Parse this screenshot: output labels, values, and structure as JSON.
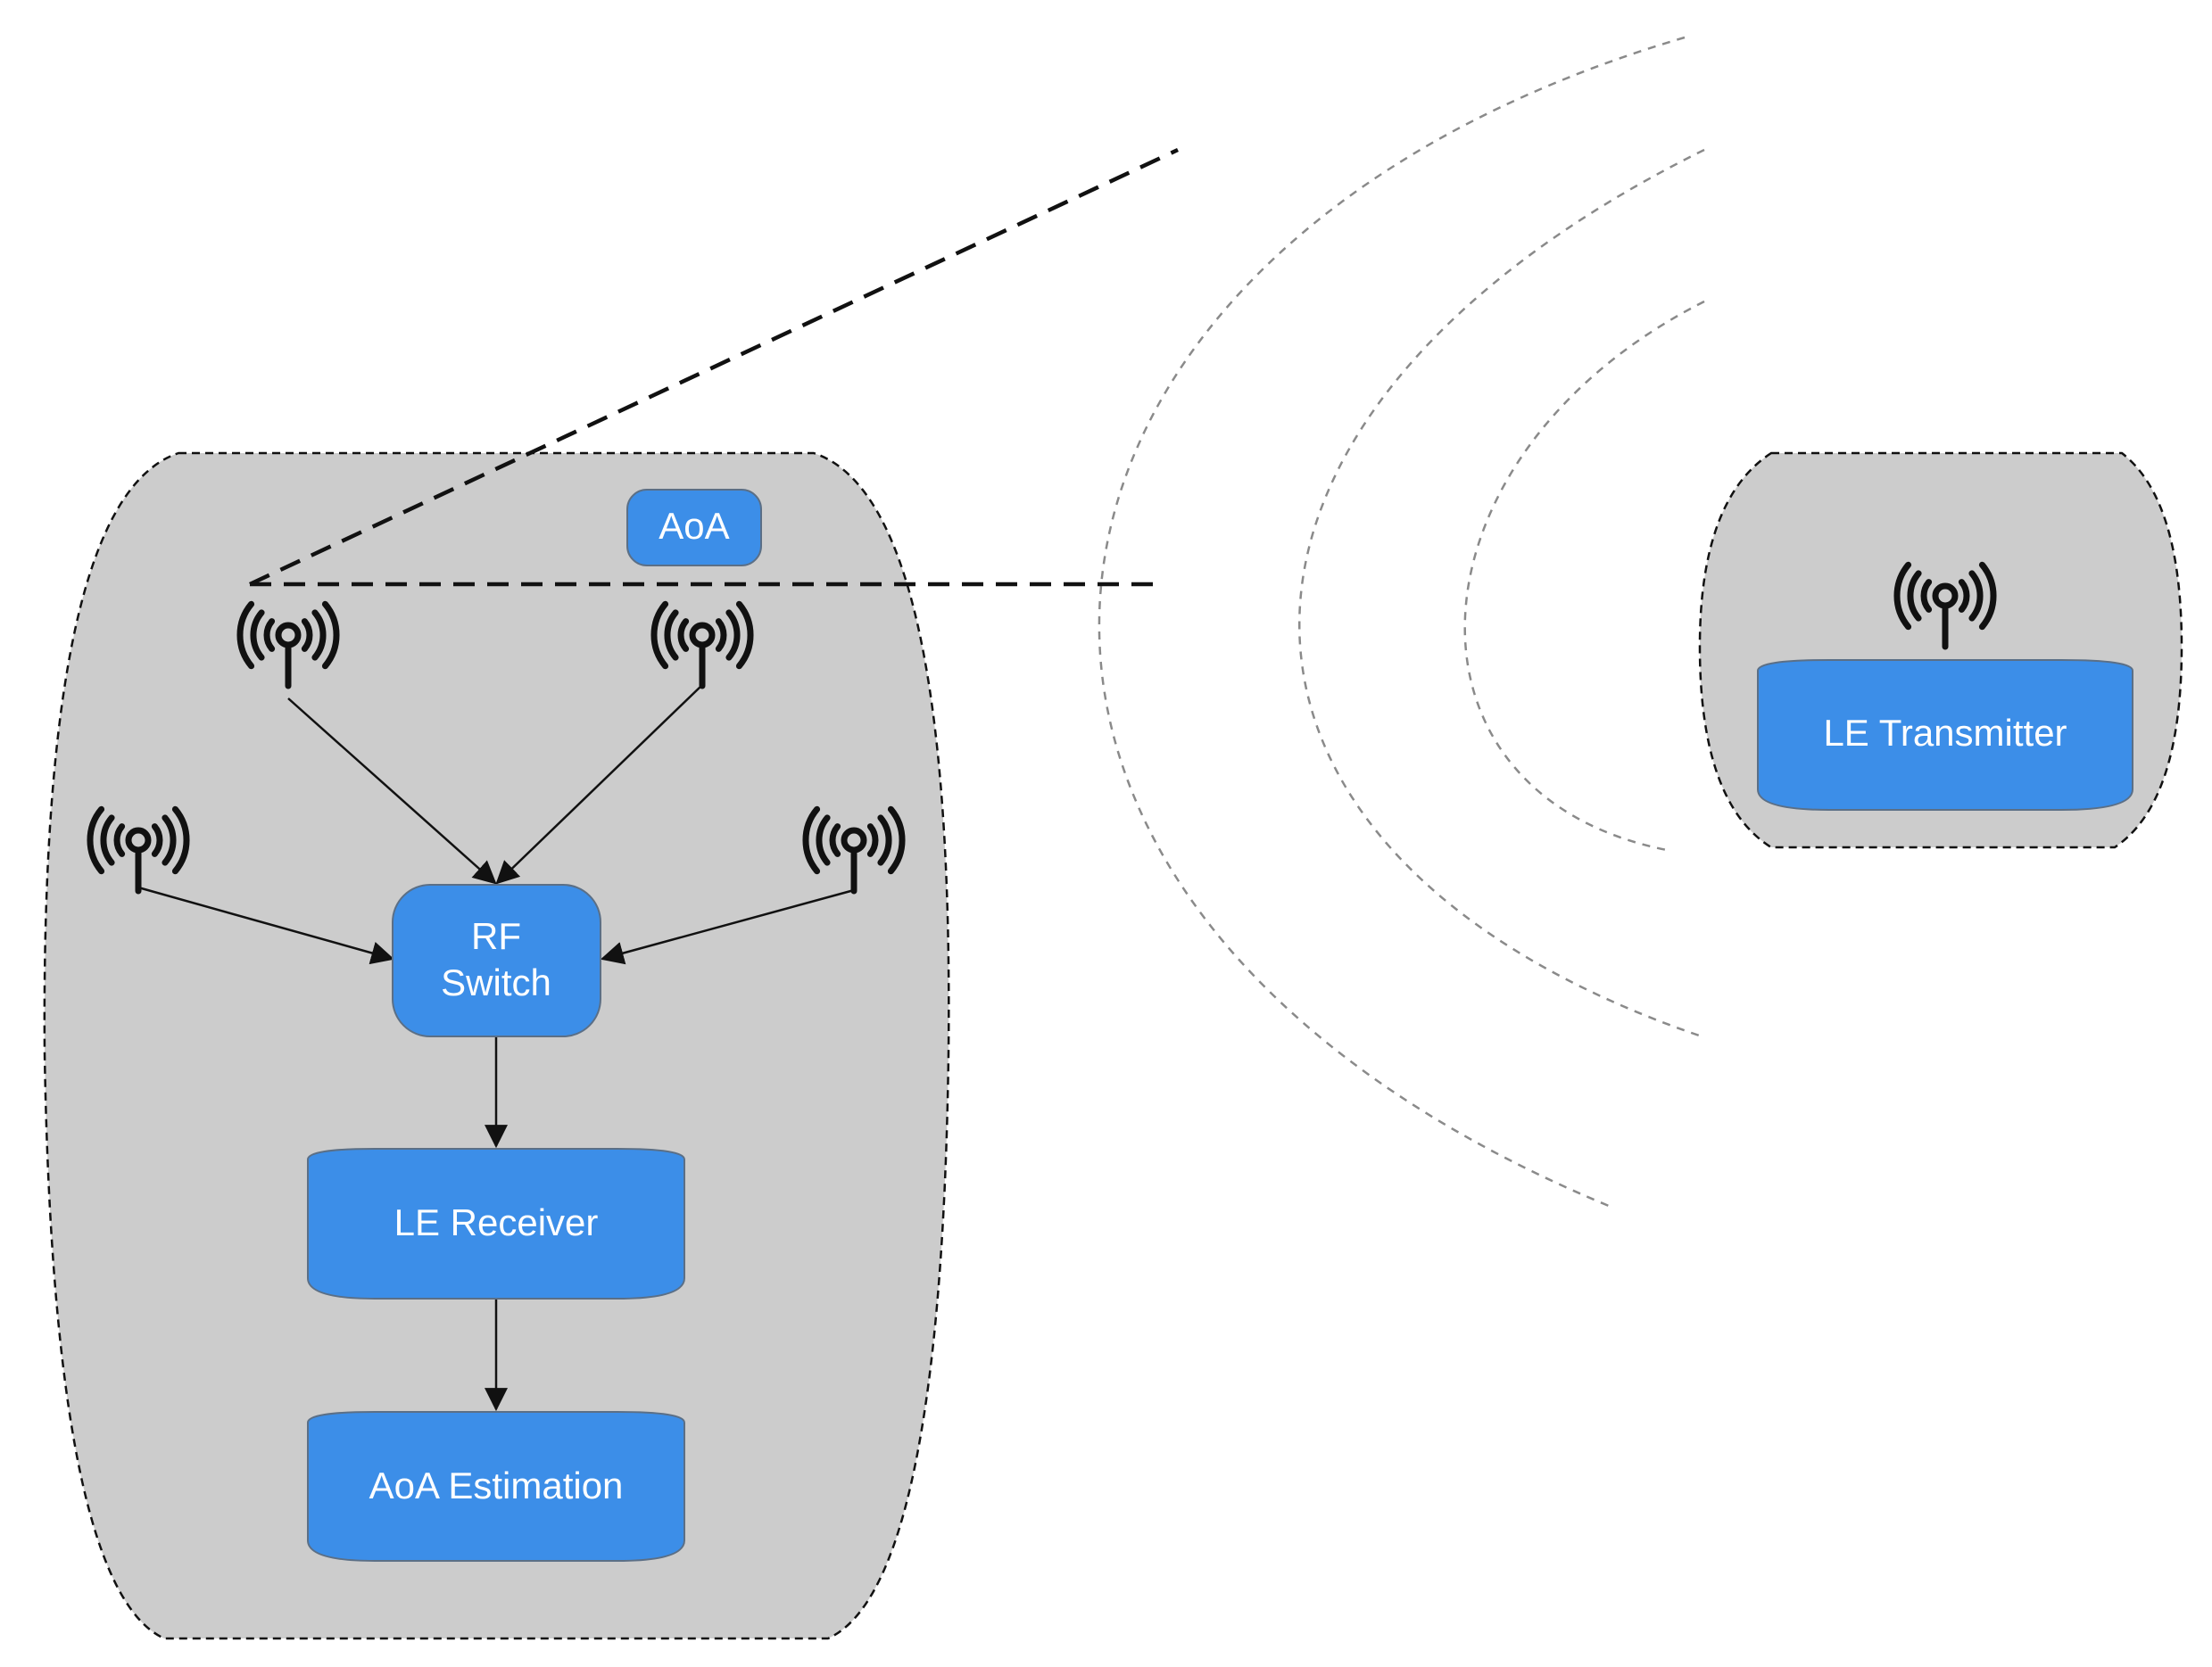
{
  "diagram": {
    "receiver": {
      "label": "AoA",
      "rf_switch": [
        "RF",
        "Switch"
      ],
      "le_receiver": "LE Receiver",
      "aoa_estimation": "AoA Estimation"
    },
    "transmitter": {
      "le_transmitter": "LE Transmitter"
    },
    "icons": [
      "antenna-icon",
      "antenna-icon",
      "antenna-icon",
      "antenna-icon",
      "antenna-icon"
    ],
    "colors": {
      "box_fill": "#3c8ee8",
      "container_fill": "#cccccc",
      "text": "#ffffff"
    }
  }
}
